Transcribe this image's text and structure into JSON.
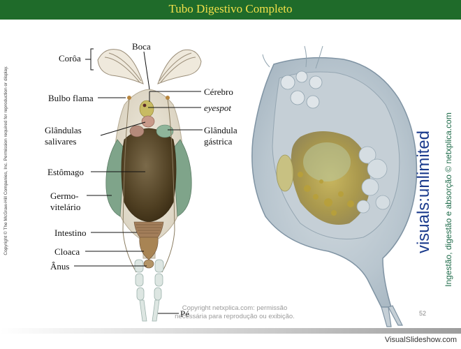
{
  "header": {
    "title": "Tubo Digestivo Completo"
  },
  "copyright_vertical": "Copyright © The McGraw-Hill Companies, Inc. Permission required for reproduction or display.",
  "labels": {
    "coroa": "Corôa",
    "boca": "Boca",
    "bulbo_flama": "Bulbo flama",
    "cerebro": "Cérebro",
    "eyespot": "eyespot",
    "glandulas_salivares_1": "Glândulas",
    "glandulas_salivares_2": "salivares",
    "glandula_gastrica_1": "Glândula",
    "glandula_gastrica_2": "gástrica",
    "estomago": "Estômago",
    "germovitelario_1": "Germo-",
    "germovitelario_2": "vitelário",
    "intestino": "Intestino",
    "cloaca": "Cloaca",
    "anus": "Ânus",
    "pe": "Pé"
  },
  "watermark": {
    "line1": "Copyright netxplica.com: permissão",
    "line2": "necessária para reprodução ou exibição."
  },
  "brand": {
    "visuals": "visuals",
    "colon": ":",
    "unlimited": "unlimited"
  },
  "caption_vertical": "Ingestão, digestão e absorção © netxplica.com",
  "page_number": "52",
  "footer": {
    "site": "VisualSlideshow.com"
  },
  "colors": {
    "title_bar": "#1f6b2a",
    "title_text": "#f2e04a",
    "brand": "#1a3a8c"
  }
}
